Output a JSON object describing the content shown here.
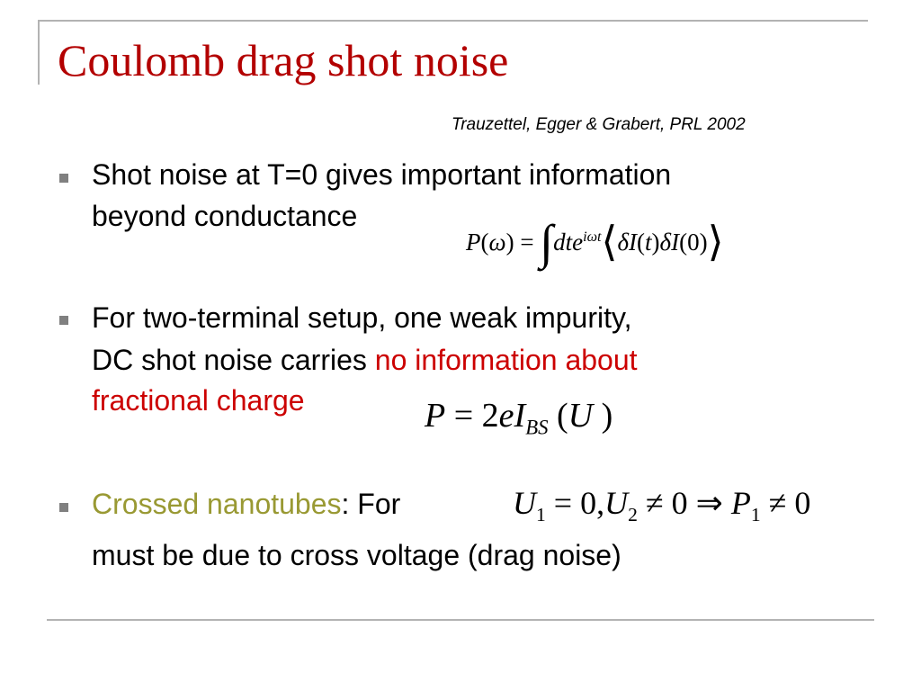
{
  "slide": {
    "title": "Coulomb drag shot noise",
    "citation": "Trauzettel, Egger & Grabert, PRL 2002",
    "bullets": [
      {
        "line1": "Shot noise at T=0 gives important information",
        "line2": "beyond conductance"
      },
      {
        "line1": "For two-terminal setup, one weak impurity,",
        "line2_plain": "DC shot noise carries ",
        "line2_red": "no information about",
        "line3_red": "fractional charge"
      },
      {
        "highlight": "Crossed nanotubes",
        "after_highlight": ": For",
        "line2": " must be due to cross voltage (drag noise)"
      }
    ],
    "colors": {
      "title": "#b30000",
      "emphasis_red": "#cc0000",
      "emphasis_olive": "#999933",
      "bullet": "#808080",
      "frame": "#b3b3b3"
    }
  }
}
